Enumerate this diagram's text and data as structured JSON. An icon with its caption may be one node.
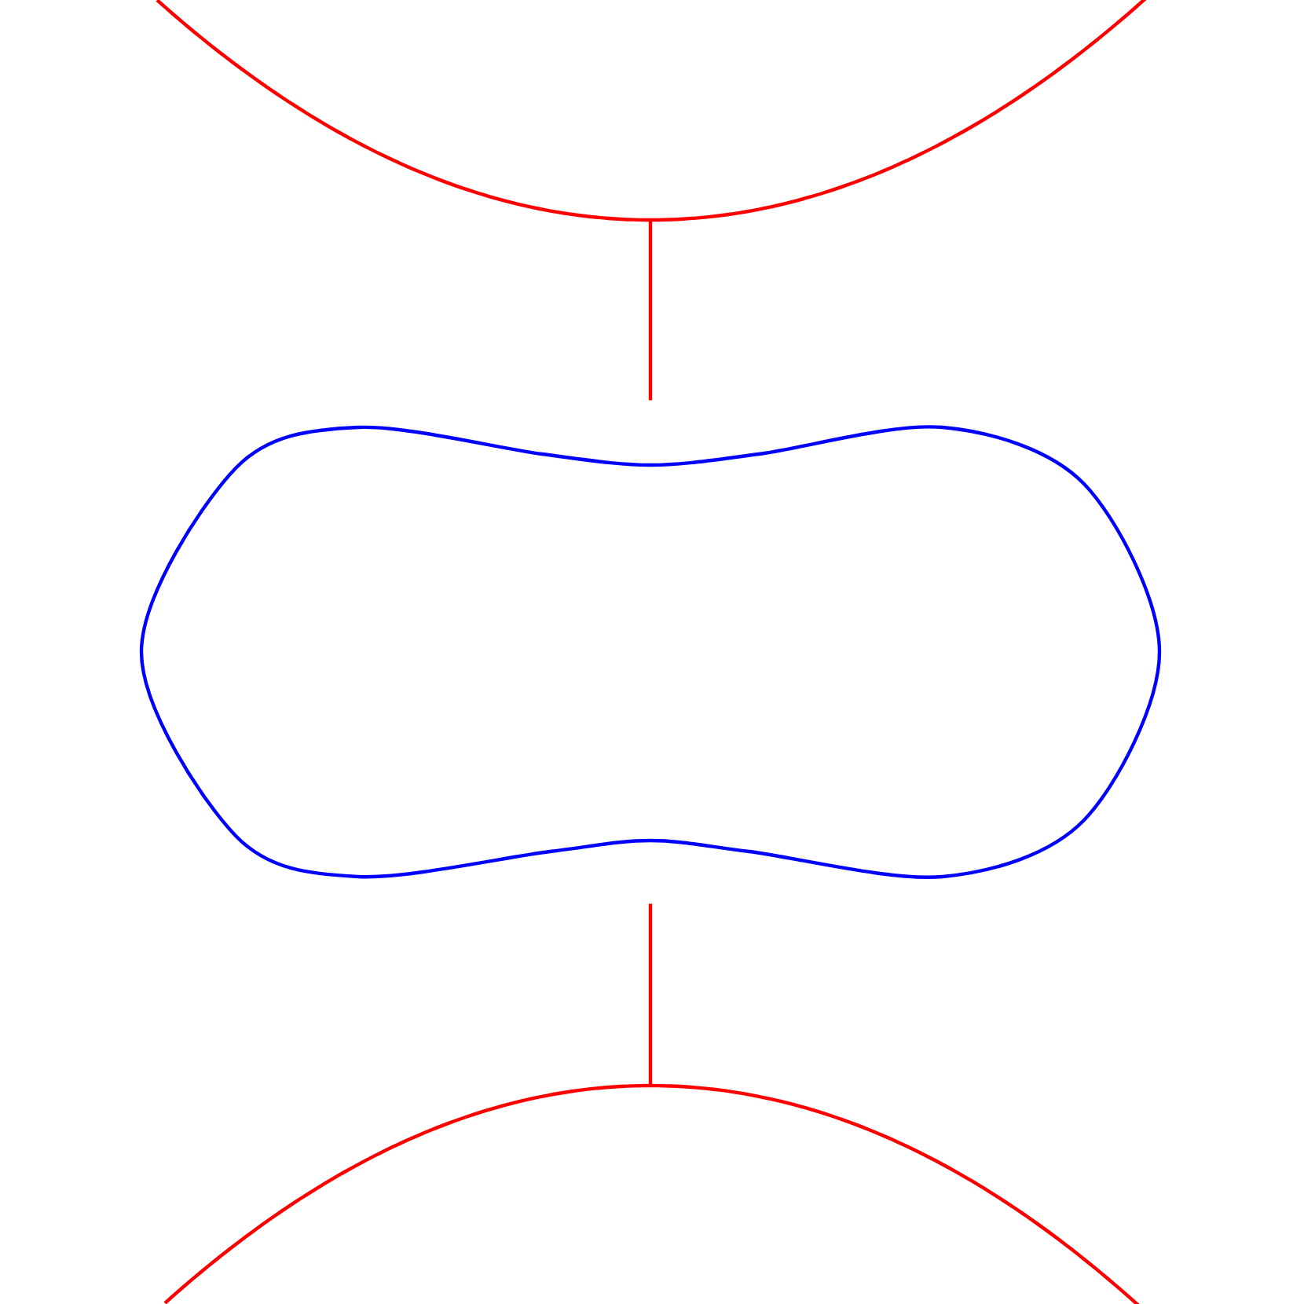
{
  "diagram": {
    "nodes": [
      {
        "text": [],
        "shape": "curve"
      },
      {
        "text": [],
        "shape": "oval"
      },
      {
        "text": [],
        "shape": "curve"
      }
    ],
    "edges": [
      {
        "from": 0,
        "to": 1,
        "arrow": "none"
      },
      {
        "from": 2,
        "to": 1,
        "arrow": "none"
      }
    ]
  }
}
